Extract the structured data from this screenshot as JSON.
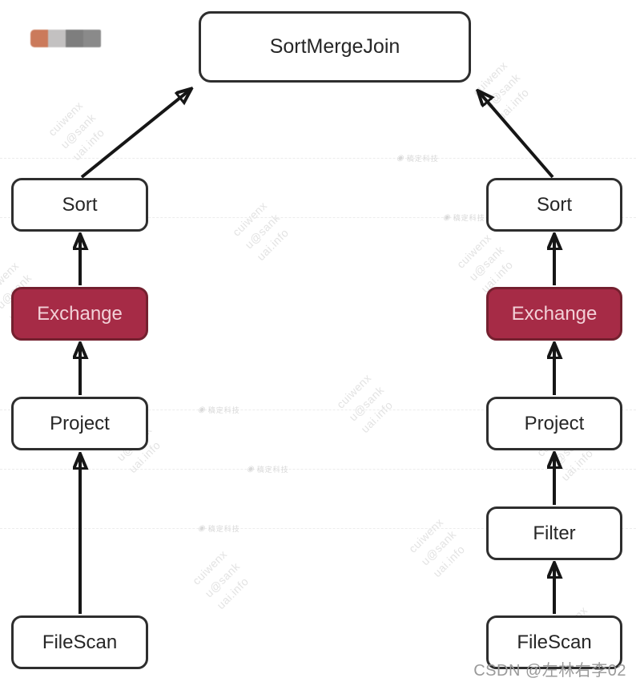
{
  "nodes": {
    "root": {
      "label": "SortMergeJoin"
    },
    "left_branch": {
      "sort": "Sort",
      "exchange": "Exchange",
      "project": "Project",
      "filescan": "FileScan"
    },
    "right_branch": {
      "sort": "Sort",
      "exchange": "Exchange",
      "project": "Project",
      "filter": "Filter",
      "filescan": "FileScan"
    }
  },
  "colors": {
    "node_border": "#2e2e2e",
    "node_fill": "#ffffff",
    "node_text": "#262626",
    "exchange_fill": "#a62b46",
    "exchange_border": "#74202f",
    "exchange_text": "#f2d0d7",
    "arrow": "#161616",
    "watermark_text": "#e3e3e3",
    "credit_text": "#9a9a9a"
  },
  "watermarks": {
    "diagonal_text": "cuiwenxu@sankuai.info",
    "badge_pin": "◉",
    "badge_text": "稿定科技",
    "credit": "CSDN @左林右李02"
  },
  "logo": {
    "square_colors": [
      "#cb7a5b",
      "#c3c1c1",
      "#7e7e7e",
      "#8a8a8a"
    ]
  }
}
